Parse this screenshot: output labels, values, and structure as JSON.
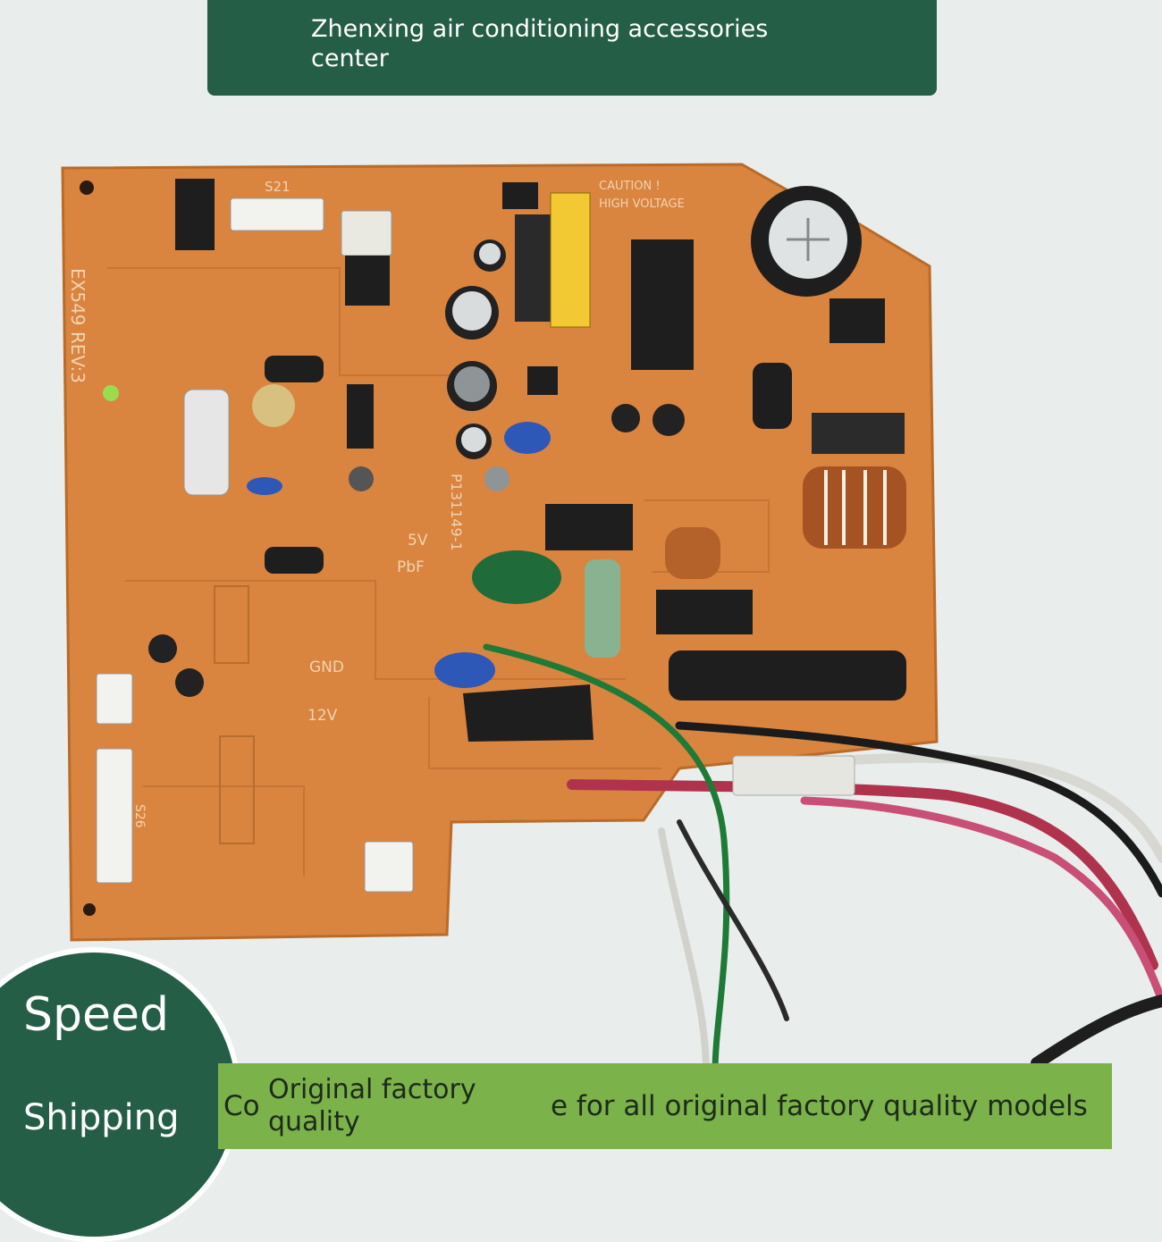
{
  "banner": {
    "text": "Zhenxing air conditioning accessories center"
  },
  "badge": {
    "line1": "Speed",
    "line2": "Shipping"
  },
  "strip": {
    "prefix": "Co",
    "quality": "Original factory quality",
    "slogan": "e for all original factory quality models"
  },
  "board_markings": {
    "model": "EX549 REV:3",
    "connector_s21": "S21",
    "connector_s26": "S26",
    "caution_line1": "CAUTION !",
    "caution_line2": "HIGH VOLTAGE",
    "part_number": "P131149-1",
    "gnd": "GND",
    "v12": "12V",
    "v5": "5V",
    "pbf": "PbF"
  },
  "colors": {
    "brand_green": "#245e47",
    "strip_green": "#7bb24a",
    "pcb_orange": "#d9843f"
  }
}
